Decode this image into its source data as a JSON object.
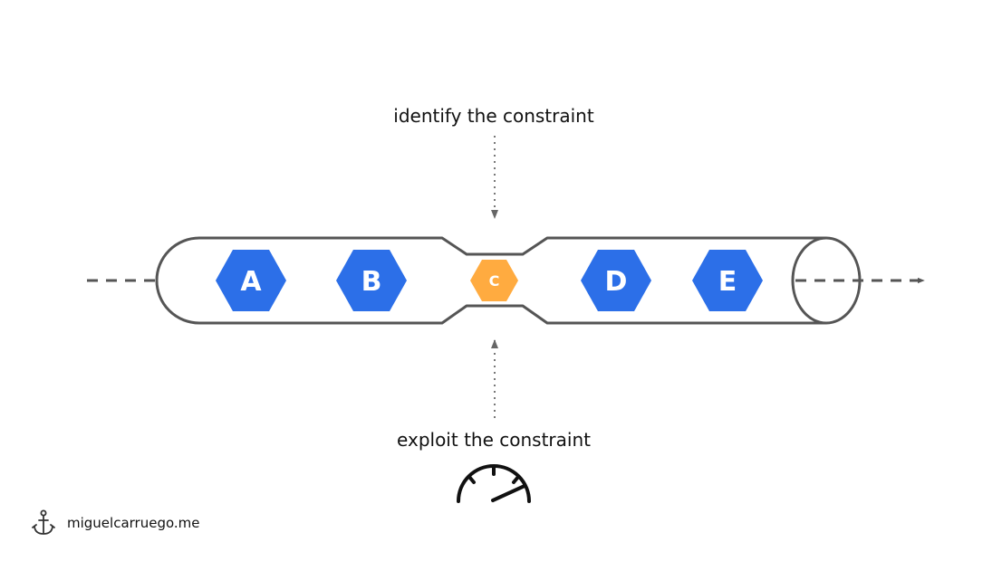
{
  "labels": {
    "top_annotation": "identify the constraint",
    "bottom_annotation": "exploit the constraint"
  },
  "nodes": [
    {
      "id": "a",
      "label": "A",
      "role": "step"
    },
    {
      "id": "b",
      "label": "B",
      "role": "step"
    },
    {
      "id": "c",
      "label": "C",
      "role": "constraint"
    },
    {
      "id": "d",
      "label": "D",
      "role": "step"
    },
    {
      "id": "e",
      "label": "E",
      "role": "step"
    }
  ],
  "footer": {
    "site": "miguelcarruego.me",
    "icon": "anchor-icon"
  },
  "icons": {
    "gauge": "speedometer-icon"
  },
  "colors": {
    "step": "#2c6fe8",
    "constraint": "#ffab40",
    "pipe_stroke": "#555555",
    "flow_line": "#555555",
    "annotation_line": "#777777",
    "text": "#111111"
  }
}
